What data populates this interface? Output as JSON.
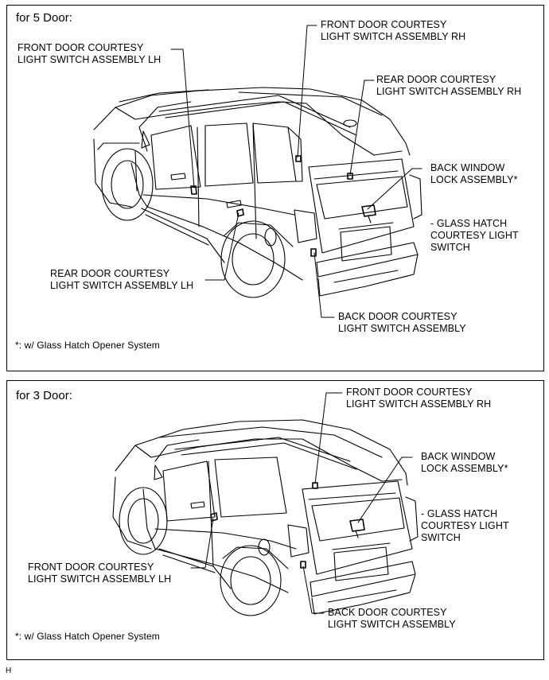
{
  "figure_id": "H",
  "panels": [
    {
      "title": "for 5 Door:",
      "labels": {
        "front_lh": [
          "FRONT DOOR COURTESY",
          "LIGHT SWITCH ASSEMBLY LH"
        ],
        "front_rh": [
          "FRONT DOOR COURTESY",
          "LIGHT SWITCH ASSEMBLY RH"
        ],
        "rear_rh": [
          "REAR DOOR COURTESY",
          "LIGHT SWITCH ASSEMBLY RH"
        ],
        "back_window": [
          "BACK WINDOW",
          "LOCK ASSEMBLY*"
        ],
        "glass_hatch": [
          "- GLASS HATCH",
          "COURTESY LIGHT",
          "SWITCH"
        ],
        "rear_lh": [
          "REAR DOOR COURTESY",
          "LIGHT SWITCH ASSEMBLY LH"
        ],
        "back_door": [
          "BACK DOOR COURTESY",
          "LIGHT SWITCH ASSEMBLY"
        ]
      },
      "footnote": "*: w/ Glass Hatch Opener System"
    },
    {
      "title": "for 3 Door:",
      "labels": {
        "front_rh": [
          "FRONT DOOR COURTESY",
          "LIGHT SWITCH ASSEMBLY RH"
        ],
        "back_window": [
          "BACK WINDOW",
          "LOCK ASSEMBLY*"
        ],
        "glass_hatch": [
          "- GLASS HATCH",
          "COURTESY LIGHT",
          "SWITCH"
        ],
        "front_lh": [
          "FRONT DOOR COURTESY",
          "LIGHT SWITCH ASSEMBLY LH"
        ],
        "back_door": [
          "BACK DOOR COURTESY",
          "LIGHT SWITCH ASSEMBLY"
        ]
      },
      "footnote": "*: w/ Glass Hatch Opener System"
    }
  ]
}
